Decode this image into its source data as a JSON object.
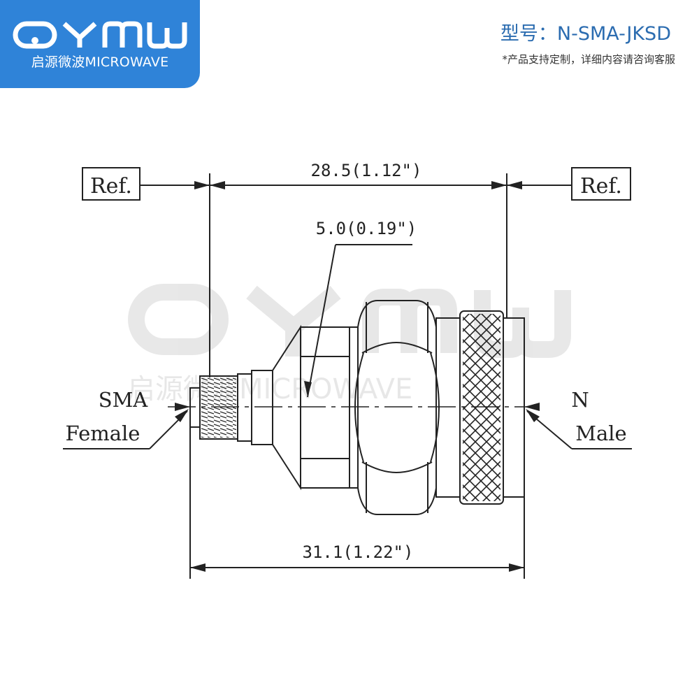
{
  "brand": {
    "logo_text": "QYMW",
    "subtitle": "启源微波MICROWAVE",
    "watermark_text": "QYMW",
    "watermark_sub": "启源微波MICROWAVE",
    "color": "#2f83d8"
  },
  "header": {
    "model_label": "型号：N-SMA-JKSD",
    "note": "*产品支持定制，详细内容请咨询客服"
  },
  "drawing": {
    "ref_left": "Ref.",
    "ref_right": "Ref.",
    "dim_top": "28.5(1.12\")",
    "dim_hex": "5.0(0.19\")",
    "dim_bottom": "31.1(1.22\")",
    "left_label_line1": "SMA",
    "left_label_line2": "Female",
    "right_label_line1": "N",
    "right_label_line2": "Male"
  }
}
